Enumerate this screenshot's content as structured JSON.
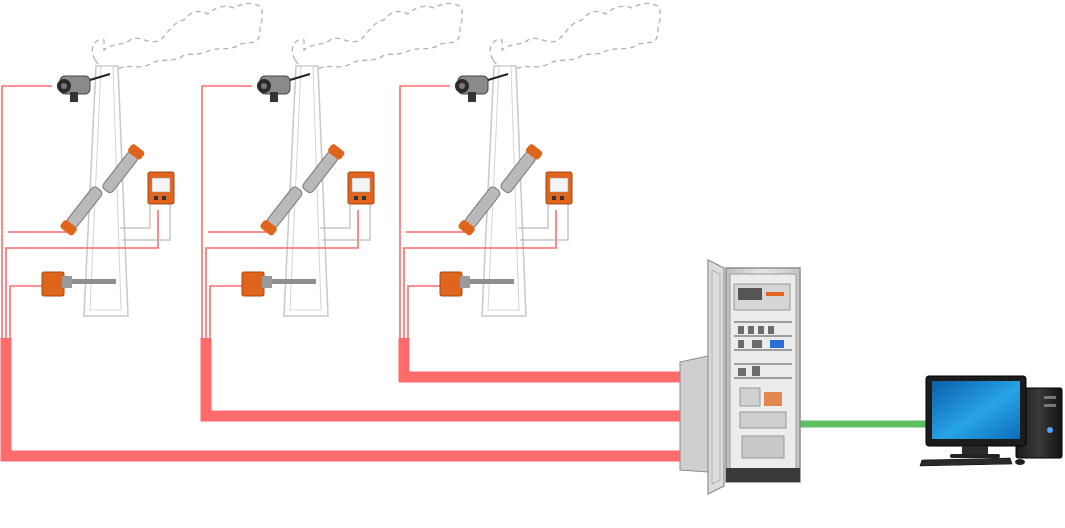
{
  "diagram": {
    "components": [
      {
        "kind": "stack",
        "count": 3,
        "instruments": [
          "stack-top-analyzer",
          "cross-duct-transmitter",
          "cross-duct-receiver",
          "control-unit-box",
          "extractive-probe"
        ]
      },
      {
        "kind": "analyzer-cabinet",
        "count": 1
      },
      {
        "kind": "computer-workstation",
        "count": 1
      }
    ],
    "connections": [
      {
        "from": "stack-1",
        "to": "analyzer-cabinet",
        "color": "#ff6b6b",
        "type": "signal-bundle"
      },
      {
        "from": "stack-2",
        "to": "analyzer-cabinet",
        "color": "#ff6b6b",
        "type": "signal-bundle"
      },
      {
        "from": "stack-3",
        "to": "analyzer-cabinet",
        "color": "#ff6b6b",
        "type": "signal-bundle"
      },
      {
        "from": "analyzer-cabinet",
        "to": "computer-workstation",
        "color": "#5cbf60",
        "type": "network"
      }
    ],
    "colors": {
      "signal_line": "#ff6b6b",
      "network_line": "#5cbf60",
      "stack_outline": "#c8c8c8",
      "smoke_outline": "#b0b0b0",
      "instrument_orange": "#e0651c",
      "cabinet_gray": "#d9d9d9",
      "monitor_screen": "#1f8fd6"
    }
  }
}
